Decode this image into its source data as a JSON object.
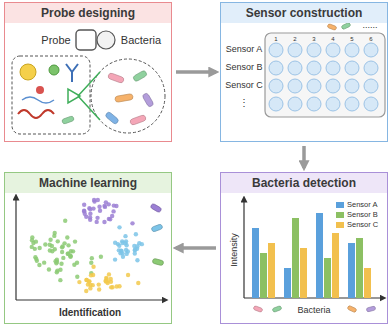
{
  "diagram": {
    "nodes": [
      {
        "text": [
          "Probe designing"
        ]
      },
      {
        "text": [
          "Sensor construction"
        ]
      },
      {
        "text": [
          "Machine learning"
        ]
      },
      {
        "text": [
          "Bacteria detection"
        ]
      }
    ],
    "edges": [
      {
        "from": 0,
        "to": 1,
        "arrow": "to"
      },
      {
        "from": 1,
        "to": 3,
        "arrow": "to"
      },
      {
        "from": 3,
        "to": 2,
        "arrow": "to"
      }
    ],
    "labels": [
      "Probe",
      "Bacteria",
      "1",
      "2",
      "3",
      "4",
      "5",
      "6",
      "Sensor A",
      "Sensor B",
      "Sensor C",
      "......",
      "⋮",
      "Intensity",
      "Bacteria",
      "Identification"
    ],
    "legend": [
      {
        "text": "Sensor A",
        "color": "#5aa0dc"
      },
      {
        "text": "Sensor B",
        "color": "#8cc063"
      },
      {
        "text": "Sensor C",
        "color": "#f2c04e"
      }
    ]
  }
}
